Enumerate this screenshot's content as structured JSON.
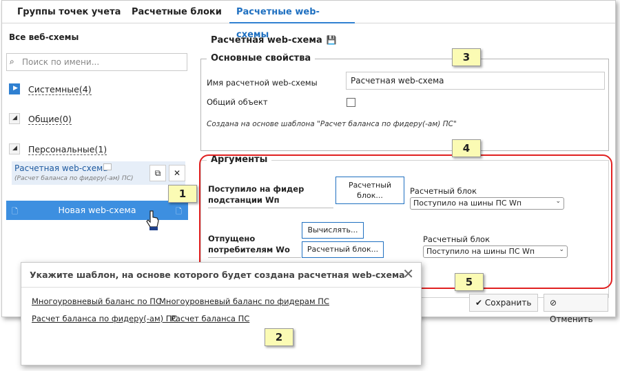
{
  "tabs": [
    "Группы точек учета",
    "Расчетные блоки",
    "Расчетные web-схемы"
  ],
  "left": {
    "title": "Все веб-схемы",
    "search_placeholder": "Поиск по имени...",
    "groups": [
      {
        "label": "Системные",
        "count": "(4)"
      },
      {
        "label": "Общие",
        "count": "(0)"
      },
      {
        "label": "Персональные",
        "count": "(1)"
      }
    ],
    "scheme": {
      "name": "Расчетная web-схема",
      "subtitle": "(Расчет баланса по фидеру(-ам) ПС)"
    },
    "new_button": "Новая web-схема"
  },
  "right": {
    "title": "Расчетная web-схема",
    "props": {
      "legend": "Основные свойства",
      "name_label": "Имя расчетной web-схемы",
      "name_value": "Расчетная web-схема",
      "shared_label": "Общий объект",
      "note": "Создана на основе шаблона \"Расчет баланса по фидеру(-ам) ПС\""
    },
    "args": {
      "legend": "Аргументы",
      "arg1_name": "Поступило на фидер подстанции Wп",
      "arg1_button": "Расчетный блок...",
      "arg1_block_label": "Расчетный блок",
      "arg1_block_value": "Поступило на шины ПС Wп",
      "arg2_name": "Отпущено потребителям Wо",
      "arg2_calc_button": "Вычислять...",
      "arg2_button": "Расчетный блок...",
      "arg2_block_label": "Расчетный блок",
      "arg2_block_value": "Поступило на шины ПС Wп"
    },
    "save": "Сохранить",
    "cancel": "Отменить"
  },
  "dialog": {
    "title": "Укажите шаблон, на основе которого будет создана расчетная web-схема",
    "templates": [
      "Многоуровневый баланс по ПС",
      "Многоуровневый баланс по фидерам ПС",
      "Расчет баланса по фидеру(-ам) ПС",
      "Расчет баланса ПС"
    ]
  },
  "callouts": [
    "1",
    "2",
    "3",
    "4",
    "5"
  ],
  "colors": {
    "accent": "#2f80d1",
    "highlight": "#e02020",
    "callout": "#fbfbb4"
  }
}
